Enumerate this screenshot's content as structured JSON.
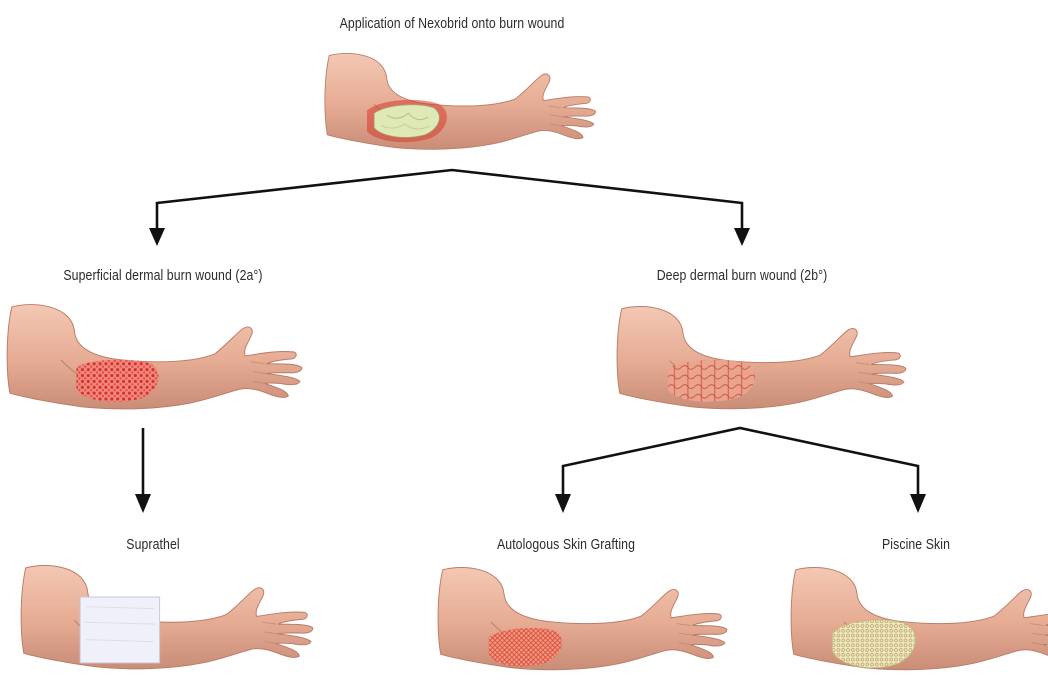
{
  "diagram": {
    "root": {
      "label": "Application of Nexobrid onto burn wound",
      "dressing": "nexobrid-gel"
    },
    "branches": [
      {
        "label": "Superficial dermal burn wound (2a°)",
        "wound": "superficial",
        "children": [
          {
            "label": "Suprathel",
            "dressing": "suprathel-sheet"
          }
        ]
      },
      {
        "label": "Deep dermal burn wound (2b°)",
        "wound": "deep",
        "children": [
          {
            "label": "Autologous Skin Grafting",
            "dressing": "skin-graft"
          },
          {
            "label": "Piscine Skin",
            "dressing": "fish-skin"
          }
        ]
      }
    ]
  },
  "colors": {
    "skin": "#e9b39c",
    "skin_shadow": "#c98d78",
    "arrow": "#111111",
    "wound_red": "#e0443a",
    "suprathel": "#eeeefa",
    "fish_skin": "#e8dfa8",
    "nexobrid": "#d8e6b0"
  }
}
